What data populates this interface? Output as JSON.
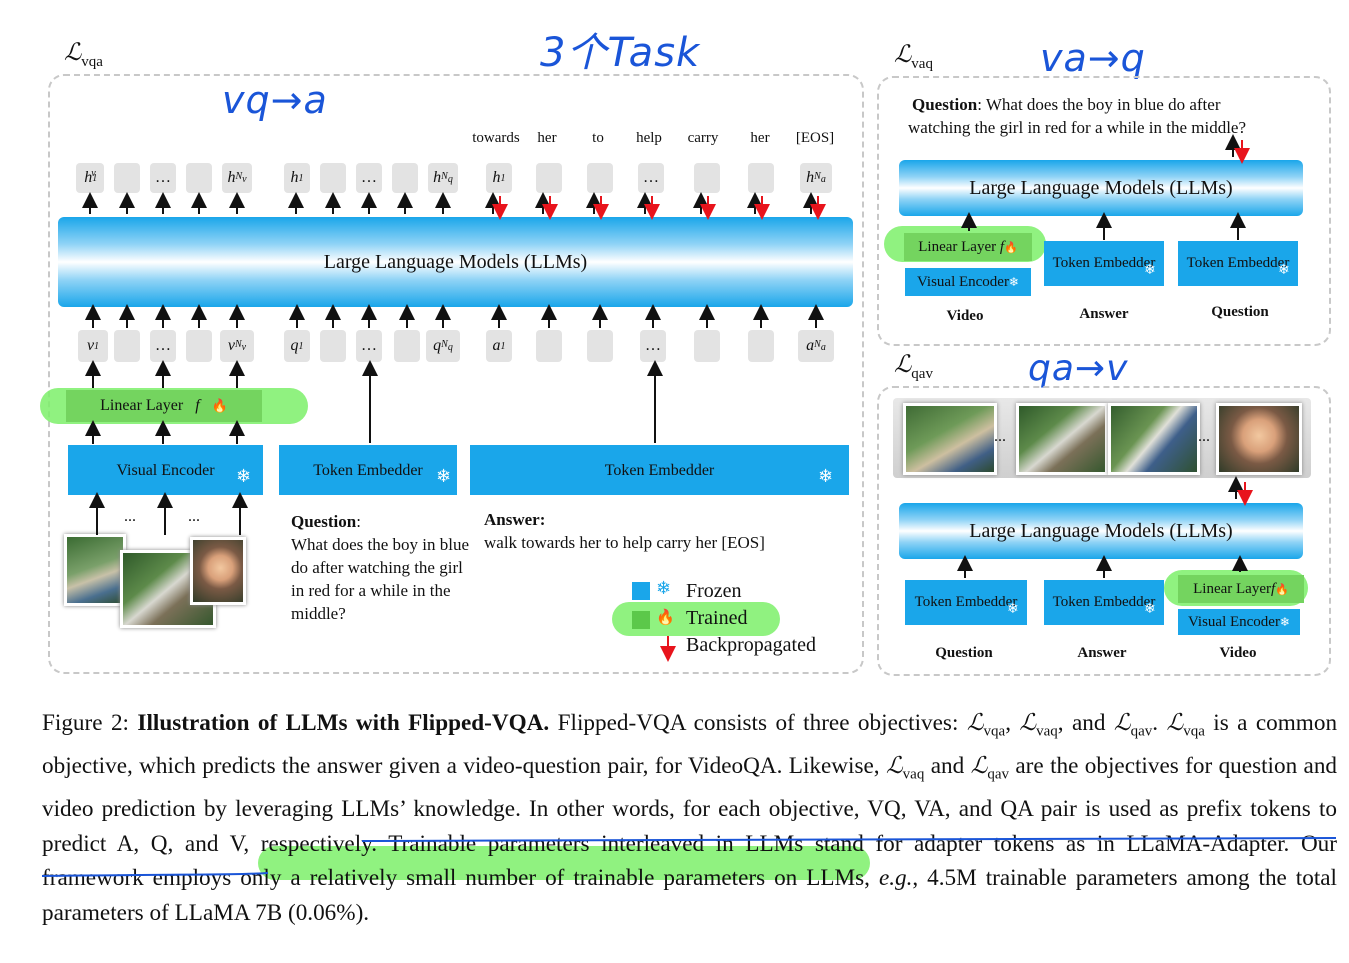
{
  "annotations": {
    "top_title": "3个Task",
    "vqa": "vq→a",
    "vaq": "va→q",
    "qav": "qa→v"
  },
  "vqa_panel": {
    "loss_symbol": "ℒ",
    "loss_sub": "vqa",
    "out_words": [
      "towards",
      "her",
      "to",
      "help",
      "carry",
      "her",
      "[EOS]"
    ],
    "llm_label": "Large Language Models (LLMs)",
    "linear_label": "Linear Layer",
    "linear_f": "f",
    "visual_encoder": "Visual Encoder",
    "token_embedder_q": "Token Embedder",
    "token_embedder_a": "Token Embedder",
    "ellipsis": "...",
    "question_title": "Question",
    "question_text": "What does the boy in blue do after watching the girl in red for a while in the middle?",
    "answer_title": "Answer:",
    "answer_text": "walk towards her to help carry her [EOS]",
    "legend": {
      "frozen": "Frozen",
      "trained": "Trained",
      "backprop": "Backpropagated"
    }
  },
  "vaq_panel": {
    "loss_symbol": "ℒ",
    "loss_sub": "vaq",
    "question_title": "Question",
    "question_text": ": What does the boy in blue do after",
    "question_text2": "watching the girl in red for a while in the middle?",
    "llm_label": "Large Language Models (LLMs)",
    "linear_label": "Linear Layer",
    "linear_f": "f",
    "visual_encoder": "Visual Encoder",
    "token_embedder": "Token Embedder",
    "labels": [
      "Video",
      "Answer",
      "Question"
    ]
  },
  "qav_panel": {
    "loss_symbol": "ℒ",
    "loss_sub": "qav",
    "llm_label": "Large Language Models (LLMs)",
    "linear_label": "Linear Layer",
    "linear_f": "f",
    "visual_encoder": "Visual Encoder",
    "token_embedder": "Token Embedder",
    "labels": [
      "Question",
      "Answer",
      "Video"
    ]
  },
  "caption": {
    "fig": "Figure 2:",
    "title": "Illustration of LLMs with Flipped-VQA.",
    "p1": "Flipped-VQA consists of three objectives:",
    "p2": "is a common objective, which predicts the answer given a video-question pair, for VideoQA. Likewise,",
    "p3": "and",
    "p4": "are the objectives for question and video prediction by leveraging LLMs’ knowledge. In other words, for each objective, VQ, VA, and QA pair is used as prefix tokens to predict A, Q, and V, respectively. Trainable parameters interleaved in LLMs stand for adapter tokens as in LLaMA-Adapter. Our framework employs only a relatively small number of trainable parameters on LLMs,",
    "eg": "e.g.",
    "p5": ", 4.5M trainable parameters among the total parameters of LLaMA 7B (0.06%)."
  },
  "colors": {
    "frozen": "#1aa6ea",
    "trained": "#7df06a",
    "annotation": "#1a55d8",
    "backprop": "#e8141c"
  }
}
